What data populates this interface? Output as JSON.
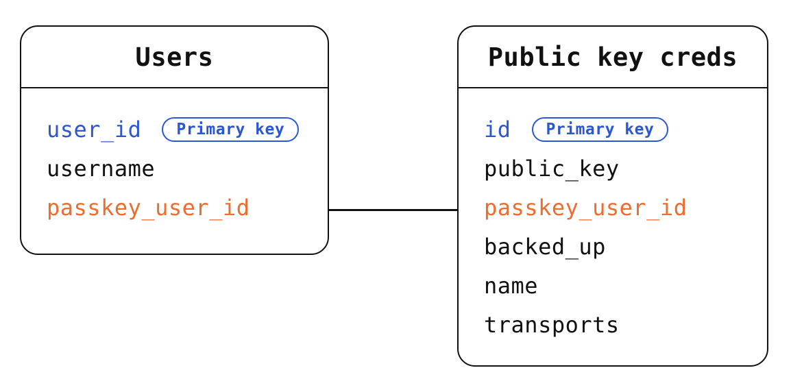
{
  "diagram": {
    "background": "#ffffff",
    "stroke_color": "#111111",
    "colors": {
      "primary_key_blue": "#2b56d4",
      "foreign_key_orange": "#ed6c2f",
      "field_text_black": "#111111"
    },
    "tables": [
      {
        "title": "Users",
        "fields": [
          {
            "name": "user_id",
            "role": "primary",
            "badge": "Primary key"
          },
          {
            "name": "username",
            "role": "plain"
          },
          {
            "name": "passkey_user_id",
            "role": "foreign"
          }
        ]
      },
      {
        "title": "Public key creds",
        "fields": [
          {
            "name": "id",
            "role": "primary",
            "badge": "Primary key"
          },
          {
            "name": "public_key",
            "role": "plain"
          },
          {
            "name": "passkey_user_id",
            "role": "foreign"
          },
          {
            "name": "backed_up",
            "role": "plain"
          },
          {
            "name": "name",
            "role": "plain"
          },
          {
            "name": "transports",
            "role": "plain"
          }
        ]
      }
    ],
    "relationship": {
      "from_table": "Users",
      "from_field": "passkey_user_id",
      "to_table": "Public key creds",
      "to_field": "passkey_user_id"
    }
  }
}
